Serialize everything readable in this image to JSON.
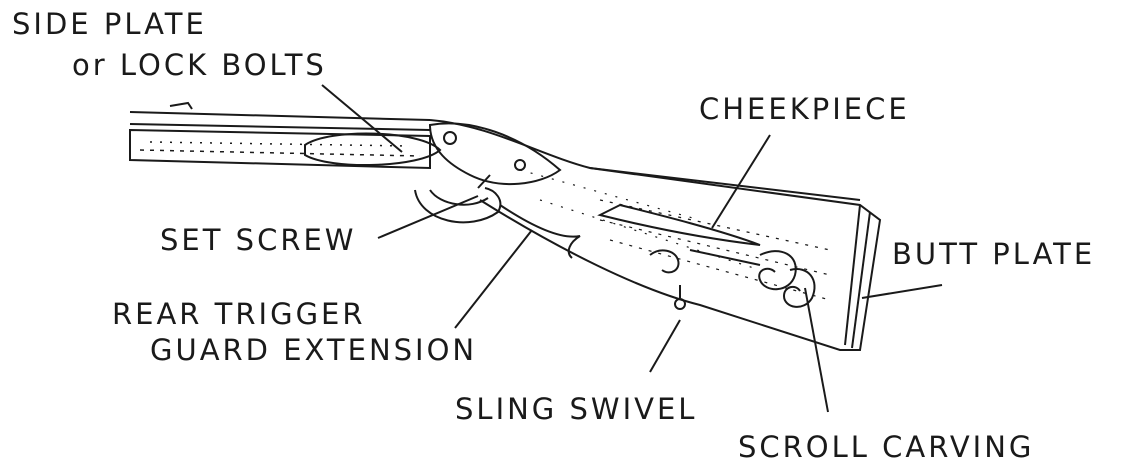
{
  "labels": {
    "side_plate_line1": "SIDE PLATE",
    "side_plate_line2": "or LOCK BOLTS",
    "cheekpiece": "CHEEKPIECE",
    "set_screw": "SET SCREW",
    "butt_plate": "BUTT PLATE",
    "rear_trigger_line1": "REAR TRIGGER",
    "rear_trigger_line2": "GUARD EXTENSION",
    "sling_swivel": "SLING SWIVEL",
    "scroll_carving": "SCROLL CARVING"
  },
  "colors": {
    "ink": "#1a1a1a",
    "background": "#ffffff"
  }
}
